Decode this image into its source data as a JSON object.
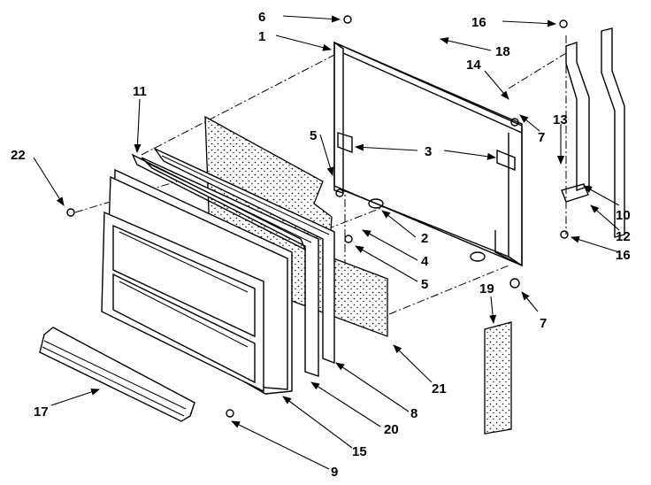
{
  "diagram": {
    "callouts": [
      {
        "id": "c6",
        "text": "6"
      },
      {
        "id": "c1",
        "text": "1"
      },
      {
        "id": "c16a",
        "text": "16"
      },
      {
        "id": "c18",
        "text": "18"
      },
      {
        "id": "c14",
        "text": "14"
      },
      {
        "id": "c11",
        "text": "11"
      },
      {
        "id": "c13",
        "text": "13"
      },
      {
        "id": "c7a",
        "text": "7"
      },
      {
        "id": "c5a",
        "text": "5"
      },
      {
        "id": "c3",
        "text": "3"
      },
      {
        "id": "c22",
        "text": "22"
      },
      {
        "id": "c10",
        "text": "10"
      },
      {
        "id": "c2",
        "text": "2"
      },
      {
        "id": "c12",
        "text": "12"
      },
      {
        "id": "c4",
        "text": "4"
      },
      {
        "id": "c16b",
        "text": "16"
      },
      {
        "id": "c5b",
        "text": "5"
      },
      {
        "id": "c19",
        "text": "19"
      },
      {
        "id": "c7b",
        "text": "7"
      },
      {
        "id": "c21",
        "text": "21"
      },
      {
        "id": "c17",
        "text": "17"
      },
      {
        "id": "c8",
        "text": "8"
      },
      {
        "id": "c20",
        "text": "20"
      },
      {
        "id": "c15",
        "text": "15"
      },
      {
        "id": "c9",
        "text": "9"
      }
    ]
  }
}
